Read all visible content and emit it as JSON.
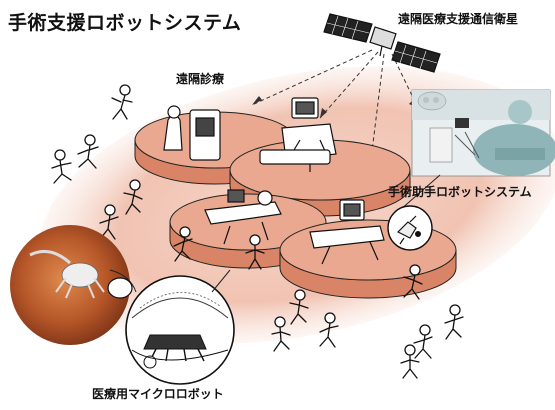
{
  "title": "手術支援ロボットシステム",
  "labels": {
    "satellite": "遠隔医療支援通信衛星",
    "remote_diagnosis": "遠隔診療",
    "assist_robot": "手術助手ロボットシステム",
    "micro_robot": "医療用マイクロロボット"
  },
  "colors": {
    "ellipse": "#f3cbbd",
    "platform_top": "#e9a88f",
    "platform_side": "#d98466",
    "line": "#222222",
    "photo_bg": "#9ac0c4",
    "micro_bg": "#b85a2c"
  }
}
